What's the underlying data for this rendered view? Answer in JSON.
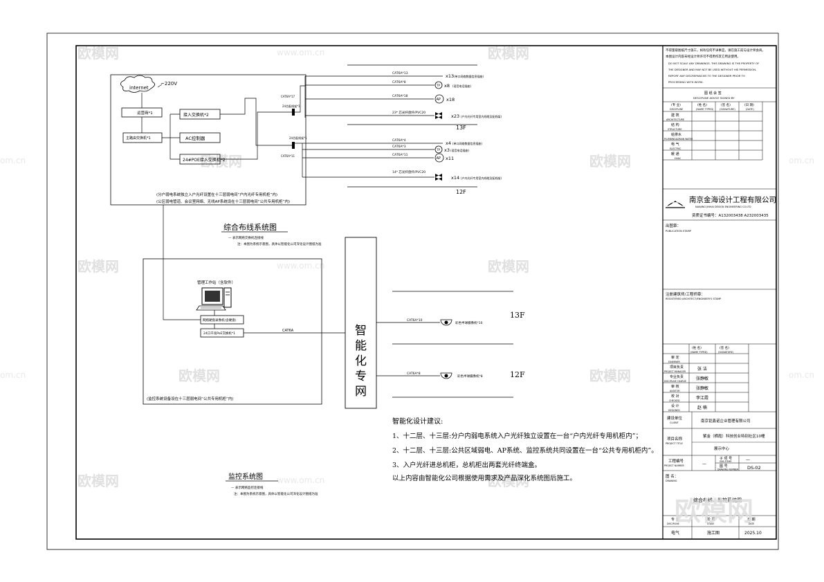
{
  "watermark": {
    "brand": "欧模网",
    "url": "www.om.cn",
    "url_short": "om.cn",
    "corner_brand": "欧模网"
  },
  "cabling": {
    "internet": "internet",
    "power": "~220V",
    "isp": "运营商*1",
    "main_router": "主路由交换机*1",
    "access_switch": "接入交换机*2",
    "ac": "AC控制器",
    "poe_switch": "24#POE接入交换机*2",
    "odf_top": "24芯配线架*1",
    "odf_bottom": "24芯配线架*1",
    "cat6_17": "CAT6A*17",
    "cat6_11": "CAT6A*11",
    "note1": "(分户弱电系统独立入户光纤设置在十三层弱电间“户内光纤专用机柜”内)",
    "note2": "(公区弱电管道、会议室网络、无线AP系统设在十三层弱电间“公共专用机柜”内)",
    "title": "综合布线系统图",
    "legend1": "— 表示网络交换机连接线",
    "legend2": "注：本图为系统示意图，具体以智能化公司深化设计图纸为准"
  },
  "floor13": {
    "c1": "CAT6A*13",
    "r1": "x13",
    "n1": "(单口网络数据信息插座)",
    "c2": "CAT6A*8",
    "r2": "x8",
    "n2": "(语音电话插座)",
    "c3": "CAT6A*18",
    "r3": "x18",
    "c4": "23* 芯光纤盘纤/PVC20",
    "r4": "x23",
    "n4": "(户内光纤专用室内线缆及配线架)",
    "label": "13F"
  },
  "floor12": {
    "c1": "CAT6A*4",
    "r1": "x4",
    "n1": "(单口网络数据信息插座)",
    "c2": "CAT6A*3",
    "r2": "x3",
    "n2": "(语音电话插座)",
    "c3": "CAT6A*11",
    "r3": "x11",
    "c4": "14* 芯光纤盘纤/PVC20",
    "r4": "x14",
    "n4": "(户内光纤专用室内线缆及配线架)",
    "label": "12F"
  },
  "monitor": {
    "workstation": "管理工作站（含软件）",
    "nvr": "网络硬盘录像机(含硬盘)",
    "poe": "24口千兆PoE交换机*1",
    "cable": "CAT6A",
    "note": "(监控系统设备设在十三层弱电间“公共专用机柜”内)",
    "title": "监控系统图",
    "legend1": "— 表示网络监控连接线",
    "legend2": "注：本图为系统示意图，具体以智能化公司深化设计图纸为准",
    "cam13_cable": "CAT6A*10",
    "cam13_label": "彩色半球摄像机*10",
    "cam12_cable": "CAT6A*8",
    "cam12_label": "彩色半球摄像机*8",
    "f13": "13F",
    "f12": "12F"
  },
  "network": {
    "label": [
      "智",
      "能",
      "化",
      "专",
      "网"
    ]
  },
  "advice": {
    "title": "智能化设计建议:",
    "lines": [
      "1、十二层、十三层:分户内弱电系统入户光纤独立设置在一台“户内光纤专用机柜内”；",
      "2、十二层、十三层:公共区域弱电、AP系统、监控系统共同设置在一台“公共专用机柜内”。",
      "3、入户光纤进总机柜，总机柜出两套光纤终端盒。",
      "以上内容由智能化公司根据使用需求及产品深化系统图后施工。"
    ]
  },
  "titleblock": {
    "notice": [
      "不得量取图纸尺寸施工，如有任何不详事宜，请在施工前与设计师会商。",
      "本图设计内容未经设计师许可不得用作其它用途使用。",
      "DO NOT SCALE ANY DRAWINGS. THIS DRAWING IS THE PROPERTY OF",
      "THE DESIGNER AND MAY NOT BE USED WITHOUT HIS PERMISSION.",
      "REPORT ANY DISCREPANCIES TO THE DESIGNER PRIOR TO",
      "PROCEEDING WITH WORK."
    ],
    "sign_title": "图 纸 会 签",
    "sign_title_en": "DESCIPLINE ADVICE SIGNED BY",
    "col_major": "(专  业)",
    "col_major_en": "DISCIPLINE",
    "col_name": "(姓  名)",
    "col_name_en": "(NAME TYPED)",
    "col_sign": "(签  名)",
    "col_sign_en": "(SIGNATURE)",
    "col_date": "(日  期)",
    "col_date_en": "(DATE)",
    "rows": [
      {
        "cn": "建  筑",
        "en": "ARCHITECTURE"
      },
      {
        "cn": "结  构",
        "en": "STRUCTURE"
      },
      {
        "cn": "给排水",
        "en": "PLUMBING&DRAIN WATER"
      },
      {
        "cn": "电  气",
        "en": "ELECTRIC"
      },
      {
        "cn": "暖  通",
        "en": "HVAC"
      }
    ],
    "company": "南京金海设计工程有限公司",
    "company_en": "NANJING JINHAI DESIGN ENGINEERING CO.LTD",
    "cert": "资质证书编号：A132003438 A232003435",
    "stamp": "出图章：",
    "stamp_en": "PUBLICATION STAMP",
    "reg": "注册建筑师/工程师章：",
    "reg_en": "REGISTERED ARCHITECT/ENGINEER'S STAMP",
    "name_col": "(姓  名)",
    "name_col_en": "(NAME TYPED)",
    "sign_col": "(签  名)",
    "sign_col_en": "(SIGNATURE)",
    "staff": [
      {
        "role": "审  定",
        "en": "EXAMINER",
        "name": ""
      },
      {
        "role": "项目负责",
        "en": "PROJECT MANAGER",
        "name": "张  洁"
      },
      {
        "role": "专业负责",
        "en": "DISCIPLINE CHARGE",
        "name": "张静敏"
      },
      {
        "role": "审  核",
        "en": "AUDITOR",
        "name": "张静敏"
      },
      {
        "role": "校  对",
        "en": "CHECKED",
        "name": "李江霞"
      },
      {
        "role": "设  计",
        "en": "DESIGNED",
        "name": "赵  楠"
      }
    ],
    "client_label": "建设单位",
    "client_label_en": "CLIENT",
    "client": "南京钜鑫诺企业管理有限公司",
    "project_label": "项目名称",
    "project_label_en": "PROJECT TITLE",
    "project": "紫金（栖霞）科技创业特别社区10幢",
    "project2": "展示中心",
    "job_label": "工程编号",
    "job_label_en": "PROJECT NUMBER",
    "job": "—",
    "sub_label": "子 项 号",
    "sub_label_en": "SUB-ITEMS",
    "sub": "—",
    "dwg_label": "图    号",
    "dwg_label_en": "DRAWING NUMBER",
    "dwg": "DS-02",
    "name_label": "图  名：",
    "name_label_en": "DRAWING",
    "drawing_name": "综合布线、监控系统图",
    "disc_label": "专  业",
    "disc_label_en": "DISCIPLINE",
    "stage_label": "阶  段",
    "stage_label_en": "STAGE",
    "date_label": "日  期",
    "date_label_en": "DATE",
    "disc": "电气",
    "stage": "施工图",
    "date": "2025.10"
  }
}
